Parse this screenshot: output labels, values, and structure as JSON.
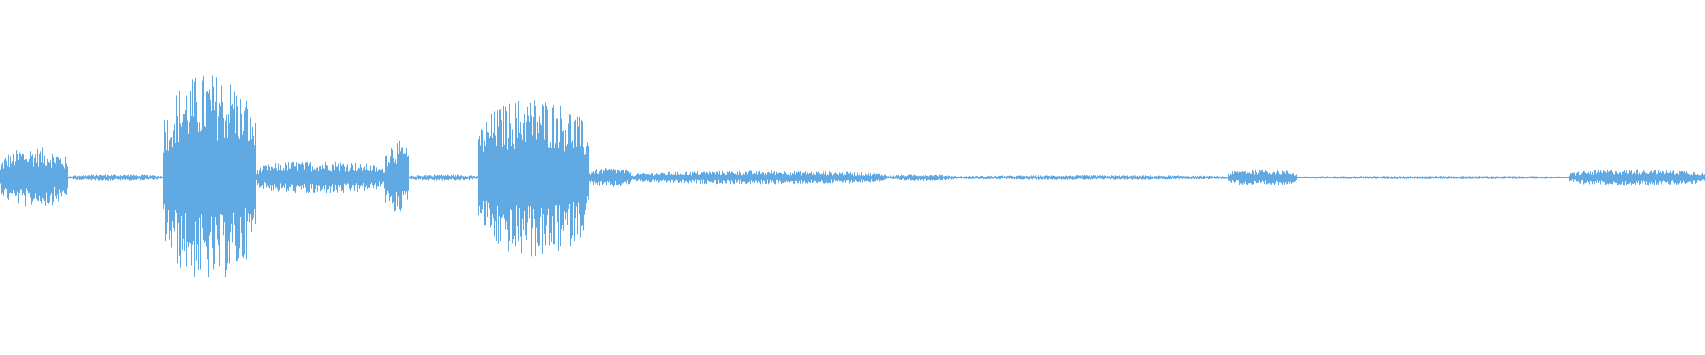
{
  "waveform": {
    "color": "#61a9e2",
    "background": "#ffffff",
    "segments": [
      {
        "start": 0.0,
        "end": 0.04,
        "peak": 0.18
      },
      {
        "start": 0.04,
        "end": 0.095,
        "peak": 0.02
      },
      {
        "start": 0.095,
        "end": 0.15,
        "peak": 0.62
      },
      {
        "start": 0.15,
        "end": 0.225,
        "peak": 0.1
      },
      {
        "start": 0.225,
        "end": 0.24,
        "peak": 0.22
      },
      {
        "start": 0.24,
        "end": 0.28,
        "peak": 0.02
      },
      {
        "start": 0.28,
        "end": 0.345,
        "peak": 0.48
      },
      {
        "start": 0.345,
        "end": 0.37,
        "peak": 0.06
      },
      {
        "start": 0.37,
        "end": 0.52,
        "peak": 0.04
      },
      {
        "start": 0.52,
        "end": 0.56,
        "peak": 0.02
      },
      {
        "start": 0.56,
        "end": 0.72,
        "peak": 0.015
      },
      {
        "start": 0.72,
        "end": 0.76,
        "peak": 0.05
      },
      {
        "start": 0.76,
        "end": 0.92,
        "peak": 0.01
      },
      {
        "start": 0.92,
        "end": 1.0,
        "peak": 0.05
      }
    ]
  }
}
